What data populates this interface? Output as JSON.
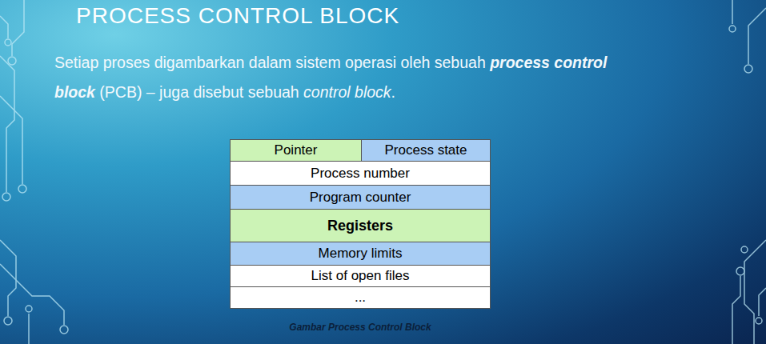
{
  "diagram": {
    "title": "PROCESS CONTROL BLOCK",
    "caption": "Gambar Process Control Block",
    "nodes": [
      {
        "text": [
          "Pointer"
        ]
      },
      {
        "text": [
          "Process state"
        ]
      },
      {
        "text": [
          "Process number"
        ]
      },
      {
        "text": [
          "Program counter"
        ]
      },
      {
        "text": [
          "Registers"
        ]
      },
      {
        "text": [
          "Memory limits"
        ]
      },
      {
        "text": [
          "List of open files"
        ]
      },
      {
        "text": [
          "..."
        ]
      }
    ],
    "labels": [
      "Setiap proses digambarkan dalam sistem operasi oleh sebuah",
      "process control block",
      "(PCB) – juga disebut sebuah",
      "control block",
      "."
    ]
  }
}
